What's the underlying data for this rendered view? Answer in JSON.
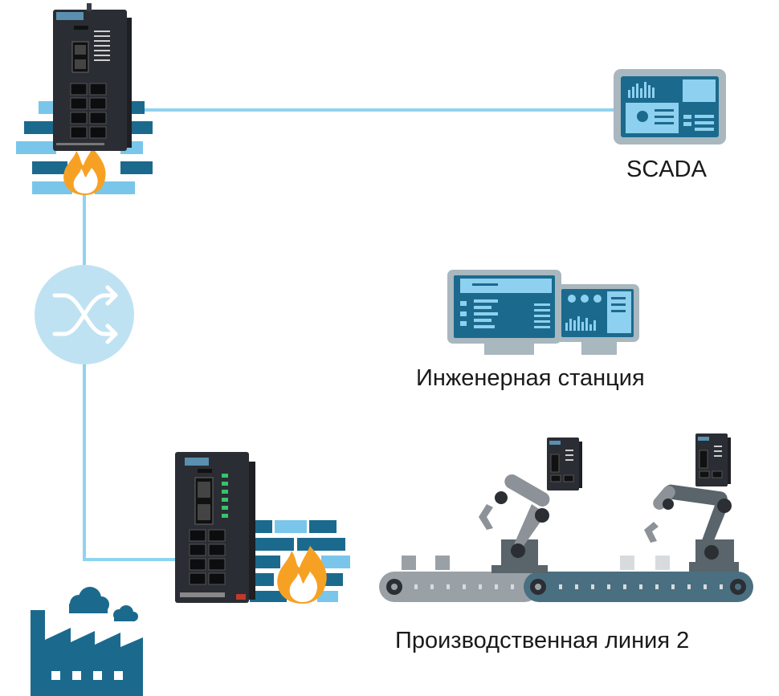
{
  "labels": {
    "scada": "SCADA",
    "engineering_station": "Инженерная станция",
    "production_line": "Производственная линия 2"
  },
  "colors": {
    "link_line": "#8fd3f0",
    "switch_fill": "#bfe2f3",
    "brick_dark": "#1b6a8e",
    "brick_light": "#79c6ea",
    "flame_outer": "#f7a124",
    "flame_inner": "#ffffff",
    "monitor_frame": "#a9b7bf",
    "monitor_screen": "#1b6a8e",
    "screen_accent": "#8ed0ef",
    "device_body": "#2a2d33",
    "robot_gray": "#8c9297",
    "robot_dark_gray": "#59646b",
    "conveyor_gray": "#9aa1a6",
    "conveyor_teal": "#4a6f80",
    "factory_blue": "#1b6a8e"
  },
  "icons": {
    "top_firewall": "industrial-firewall-icon",
    "bottom_firewall": "industrial-firewall-icon",
    "switch": "network-switch-icon",
    "scada": "scada-monitor-icon",
    "engineering": "engineering-workstation-icon",
    "factory": "factory-icon"
  }
}
